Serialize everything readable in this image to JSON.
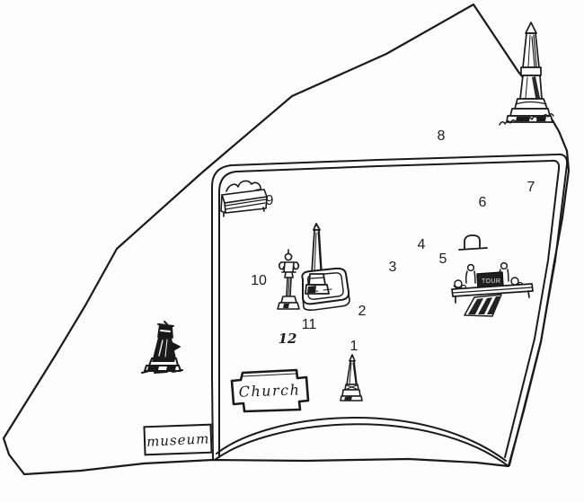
{
  "places": {
    "church": "Church",
    "museum": "museum",
    "tour_sign": "TOUR"
  },
  "markers": [
    {
      "id": 1,
      "label": "1"
    },
    {
      "id": 2,
      "label": "2"
    },
    {
      "id": 3,
      "label": "3"
    },
    {
      "id": 4,
      "label": "4"
    },
    {
      "id": 5,
      "label": "5"
    },
    {
      "id": 6,
      "label": "6"
    },
    {
      "id": 7,
      "label": "7"
    },
    {
      "id": 8,
      "label": "8"
    },
    {
      "id": 9,
      "label": "9"
    },
    {
      "id": 10,
      "label": "10"
    },
    {
      "id": 11,
      "label": "11"
    },
    {
      "id": 12,
      "label": "12"
    }
  ],
  "figures": [
    "column-monument",
    "bench-with-person",
    "ornate-lamppost",
    "fountain-with-obelisk",
    "small-obelisk",
    "dark-tower-statue",
    "mini-bench",
    "tour-group-with-sign"
  ],
  "colors": {
    "ink": "#1a1a1a",
    "paper": "#fdfdfd"
  }
}
